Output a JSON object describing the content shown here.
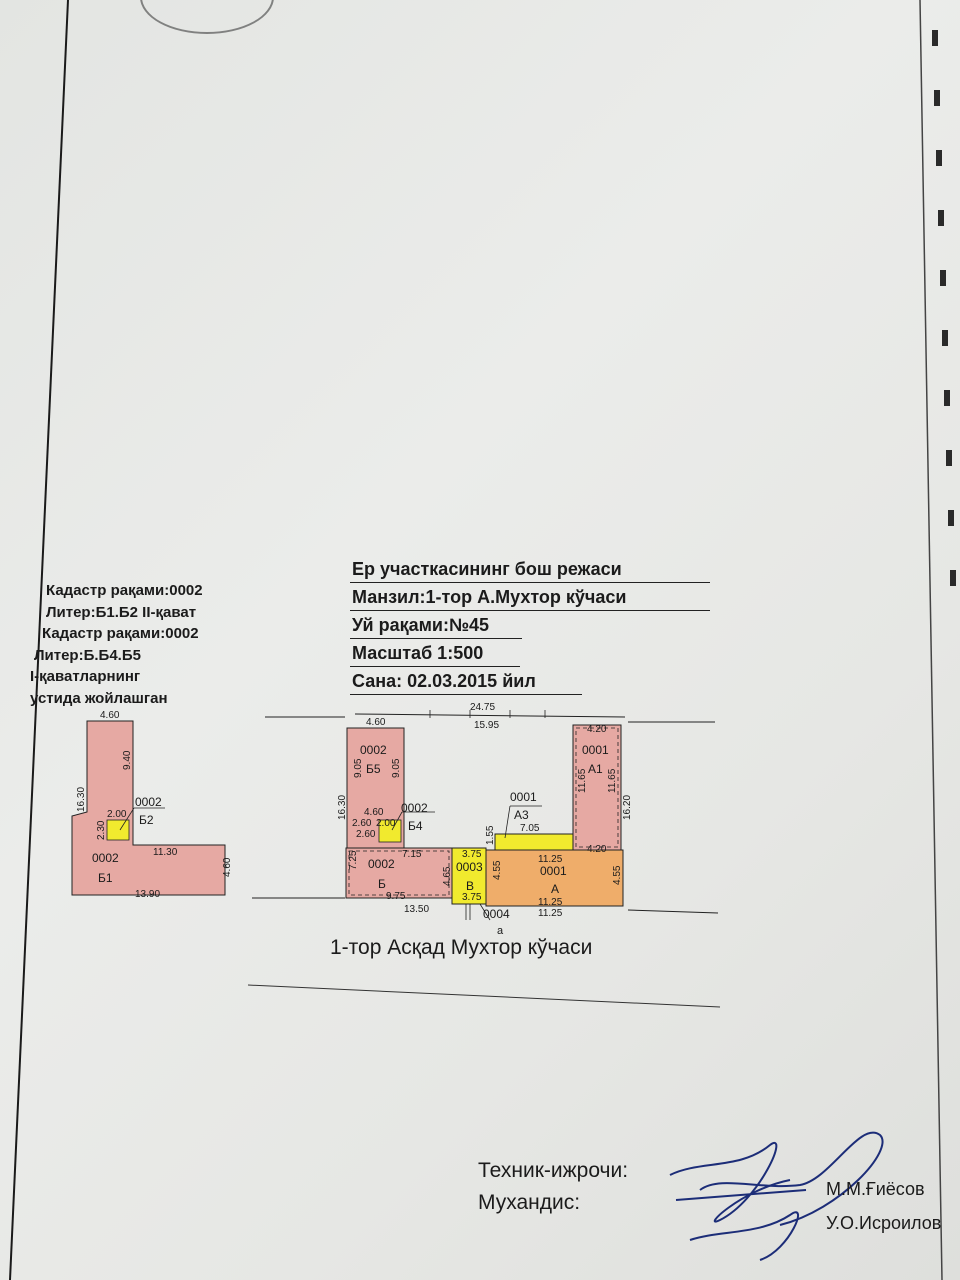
{
  "header": {
    "title": "Ер участкасининг бош режаси",
    "address": "Манзил:1-тор А.Мухтор кўчаси",
    "house_no": "Уй рақами:№45",
    "scale": "Масштаб  1:500",
    "date": "Сана:  02.03.2015 йил"
  },
  "left_notes": {
    "line1": "Кадастр рақами:0002",
    "line2": "Литер:Б1.Б2 II-қават",
    "line3": "Кадастр рақами:0002",
    "line4": "Литер:Б.Б4.Б5",
    "line5": "I-қаватларнинг",
    "line6": "устида жойлашган"
  },
  "left_plan": {
    "dims": {
      "top": "4.60",
      "inner_v": "9.40",
      "outer_v": "16.30",
      "b2_w": "2.00",
      "b2_h": "2.30",
      "b1_top": "11.30",
      "b1_h": "4.60",
      "b1_bottom": "13.90"
    },
    "labels": {
      "b2_code": "0002",
      "b2_name": "Б2",
      "b1_code": "0002",
      "b1_name": "Б1"
    }
  },
  "main_plan": {
    "dims": {
      "overall_top": "24.75",
      "gap_top": "15.95",
      "b5_top": "4.60",
      "b5_left": "9.05",
      "b5_right": "9.05",
      "left_total": "16.30",
      "b4_top": "4.60",
      "b4_h_a": "2.60",
      "b4_w": "2.00",
      "b4_h_b": "2.60",
      "b_left": "7.25",
      "b_top": "7.15",
      "b_right": "4.65",
      "b_bottom": "9.75",
      "bottom_total": "13.50",
      "v_top": "3.75",
      "v_bottom": "3.75",
      "a3_w": "7.05",
      "a3_h": "1.55",
      "a_left": "4.55",
      "a1_top": "4.20",
      "a1_left": "11.65",
      "a1_right": "11.65",
      "right_total": "16.20",
      "a_inner_top": "4.20",
      "a_top": "11.25",
      "a_right": "4.55",
      "a_bottom1": "11.25",
      "a_bottom2": "11.25"
    },
    "labels": {
      "b5_code": "0002",
      "b5_name": "Б5",
      "b4_code": "0002",
      "b4_name": "Б4",
      "b_code": "0002",
      "b_name": "Б",
      "v_code": "0003",
      "v_name": "В",
      "a3_code": "0001",
      "a3_name": "А3",
      "a1_code": "0001",
      "a1_name": "А1",
      "a_code": "0001",
      "a_name": "А",
      "gate_code": "0004",
      "gate_name": "а"
    }
  },
  "street": "1-тор Асқад Мухтор кўчаси",
  "signatures": {
    "tech_label": "Техник-ижрочи:",
    "eng_label": "Мухандис:",
    "tech_name": "М.М.Ғиёсов",
    "eng_name": "У.О.Исроилов"
  },
  "colors": {
    "pink": "#e6a9a3",
    "yellow": "#f1ea2e",
    "orange": "#efad6a",
    "ink": "#1b1b1b"
  }
}
